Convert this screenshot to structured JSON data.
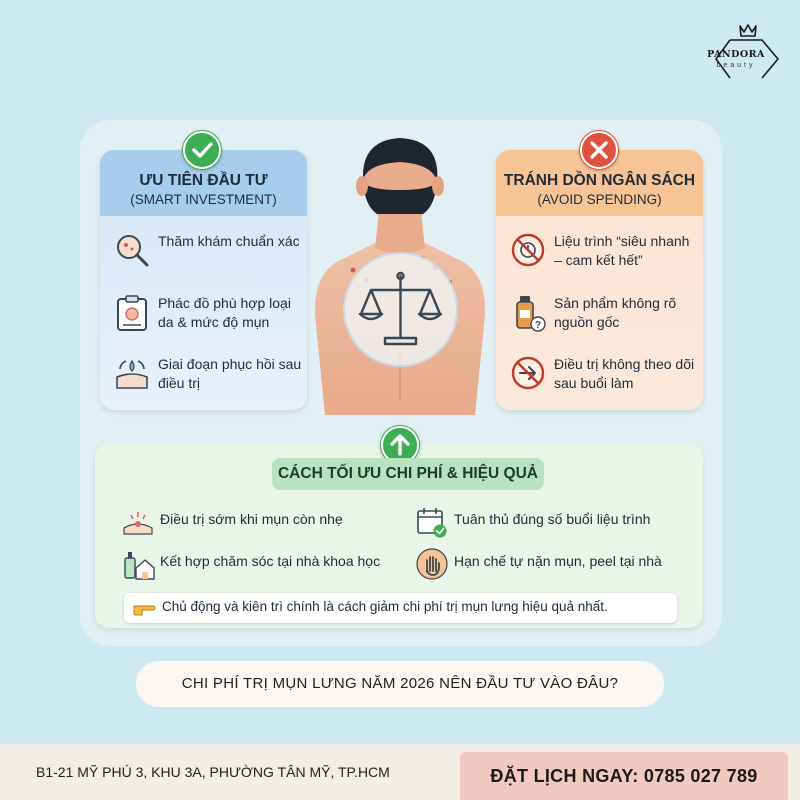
{
  "brand": {
    "name": "PANDORA",
    "tagline": "beauty"
  },
  "colors": {
    "background": "#cfe9f0",
    "invest_accent": "#a7cdec",
    "avoid_accent": "#f8c495",
    "check_green": "#3cae53",
    "cross_red": "#e2503f",
    "optimize_green": "#b9e2c0",
    "cta_pink": "#f0c9c1"
  },
  "invest": {
    "badge_icon": "checkmark-icon",
    "title": "ƯU TIÊN ĐẦU TƯ",
    "subtitle": "(SMART INVESTMENT)",
    "items": [
      {
        "icon": "magnifier-skin-icon",
        "text": "Thăm khám chuẩn xác"
      },
      {
        "icon": "clipboard-plan-icon",
        "text": "Phác đồ phù hợp loại da & mức độ mụn"
      },
      {
        "icon": "skin-recovery-icon",
        "text": "Giai đoạn phục hồi sau điều trị"
      }
    ]
  },
  "avoid": {
    "badge_icon": "cross-icon",
    "title": "TRÁNH DỒN NGÂN SÁCH",
    "subtitle": "(AVOID SPENDING)",
    "items": [
      {
        "icon": "no-fast-clock-icon",
        "text": "Liệu trình “siêu nhanh – cam kết hết”"
      },
      {
        "icon": "unknown-bottle-icon",
        "text": "Sản phẩm không rõ nguồn gốc"
      },
      {
        "icon": "no-follow-up-icon",
        "text": "Điều trị không theo dõi sau buổi làm"
      }
    ]
  },
  "center": {
    "icon": "balance-scale-icon"
  },
  "optimize": {
    "badge_icon": "arrow-up-icon",
    "title": "CÁCH TỐI ƯU CHI PHÍ & HIỆU QUẢ",
    "items": [
      {
        "icon": "early-acne-icon",
        "text": "Điều trị sớm khi mụn còn nhẹ"
      },
      {
        "icon": "calendar-check-icon",
        "text": "Tuân thủ đúng số buổi liệu trình"
      },
      {
        "icon": "home-care-icon",
        "text": "Kết hợp chăm sóc tại nhà khoa học"
      },
      {
        "icon": "stop-hand-icon",
        "text": "Hạn chế tự nặn mụn, peel tại nhà"
      }
    ],
    "tip": "Chủ động và kiên trì chính là cách giảm chi phí trị mụn lưng hiệu quả nhất."
  },
  "headline": "CHI PHÍ TRỊ MỤN LƯNG NĂM 2026 NÊN ĐẦU TƯ VÀO ĐÂU?",
  "footer": {
    "address": "B1-21 MỸ PHÚ 3, KHU 3A, PHƯỜNG TÂN MỸ, TP.HCM",
    "cta_label": "ĐẶT LỊCH NGAY: 0785 027 789"
  }
}
